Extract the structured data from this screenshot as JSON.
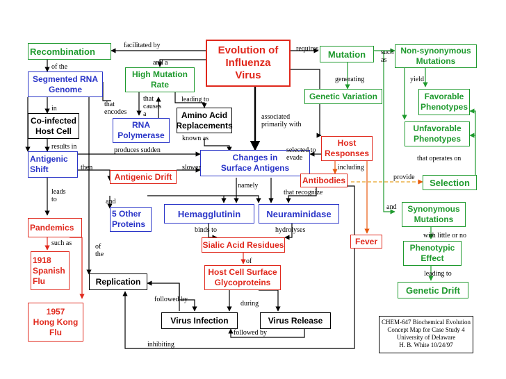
{
  "nodes": {
    "evolution": "Evolution of\nInfluenza\nVirus",
    "recombination": "Recombination",
    "segmented": "Segmented RNA\nGenome",
    "coinfected": "Co-infected\nHost Cell",
    "antigenic_shift": "Antigenic\nShift",
    "pandemics": "Pandemics",
    "flu1918": "1918\nSpanish\nFlu",
    "flu1957": "1957\nHong Kong\nFlu",
    "high_mutation": "High Mutation\nRate",
    "rna_polymerase": "RNA\nPolymerase",
    "antigenic_drift": "Antigenic Drift",
    "other_proteins": "5 Other\nProteins",
    "replication": "Replication",
    "amino_acid": "Amino Acid\nReplacements",
    "changes_antigens": "Changes in\nSurface Antigens",
    "hemagglutinin": "Hemagglutinin",
    "neuraminidase": "Neuraminidase",
    "sialic": "Sialic Acid Residues",
    "host_cell_surface": "Host Cell Surface\nGlycoproteins",
    "virus_infection": "Virus Infection",
    "virus_release": "Virus Release",
    "mutation": "Mutation",
    "genetic_variation": "Genetic Variation",
    "host_responses": "Host\nResponses",
    "antibodies": "Antibodies",
    "fever": "Fever",
    "non_synonymous": "Non-synonymous\nMutations",
    "favorable": "Favorable\nPhenotypes",
    "unfavorable": "Unfavorable\nPhenotypes",
    "selection": "Selection",
    "synonymous": "Synonymous\nMutations",
    "phenotypic": "Phenotypic\nEffect",
    "genetic_drift": "Genetic Drift"
  },
  "labels": {
    "facilitated_by": "facilitated by",
    "of_the": "of the",
    "and_a": "and a",
    "in": "in",
    "that_encodes": "that\nencodes",
    "that_causes_a": "that\ncauses\na",
    "leading_to": "leading to",
    "results_in": "results in",
    "produces_sudden": "produces sudden",
    "known_as": "known as",
    "then": "then",
    "slower": "slower",
    "namely": "namely",
    "leads_to": "leads\nto",
    "and_left": "and",
    "such_as": "such as",
    "of_the_2": "of\nthe",
    "binds_to": "binds to",
    "hydrolyses": "hydrolyses",
    "of": "of",
    "followed_by_1": "followed  by",
    "during": "during",
    "followed_by_2": "followed by",
    "inhibiting": "inhibiting",
    "requires": "requires",
    "such_as_right": "such\nas",
    "generating": "generating",
    "yield": "yield",
    "associated": "associated\nprimarily with",
    "selected_to_evade": "selected to\n   evade",
    "including": "including",
    "that_recognize": "that recognize",
    "that_operates_on": "that operates on",
    "provide": "provide",
    "and_right": "and",
    "with_little": "with little or no",
    "leading_to_2": "leading to"
  },
  "credit": "CHEM-647 Biochemical Evolution\nConcept Map for Case Study 4\nUniversity of Delaware\nH. B. White  10/24/97",
  "colors": {
    "green": "#1f9a2e",
    "blue": "#2a35c8",
    "red": "#e0281c",
    "orange": "#e8580c",
    "black": "#000000"
  }
}
